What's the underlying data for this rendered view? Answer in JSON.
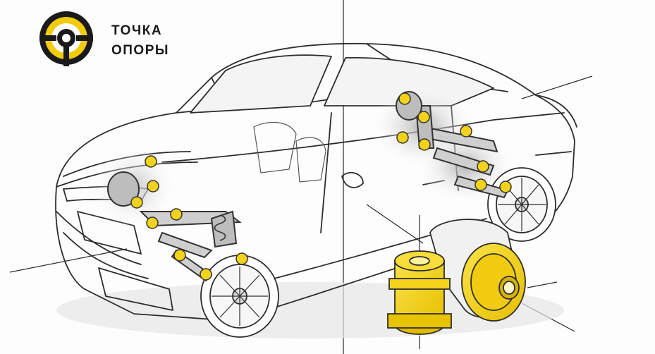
{
  "logo": {
    "line1": "ТОЧКА",
    "line2": "ОПОРЫ",
    "accent_color": "#f2cc0c",
    "dark_color": "#1a1a1a"
  },
  "illustration": {
    "subject": "car-suspension-bushing-points",
    "highlight_color": "#f2d21a",
    "line_color": "#333333"
  }
}
